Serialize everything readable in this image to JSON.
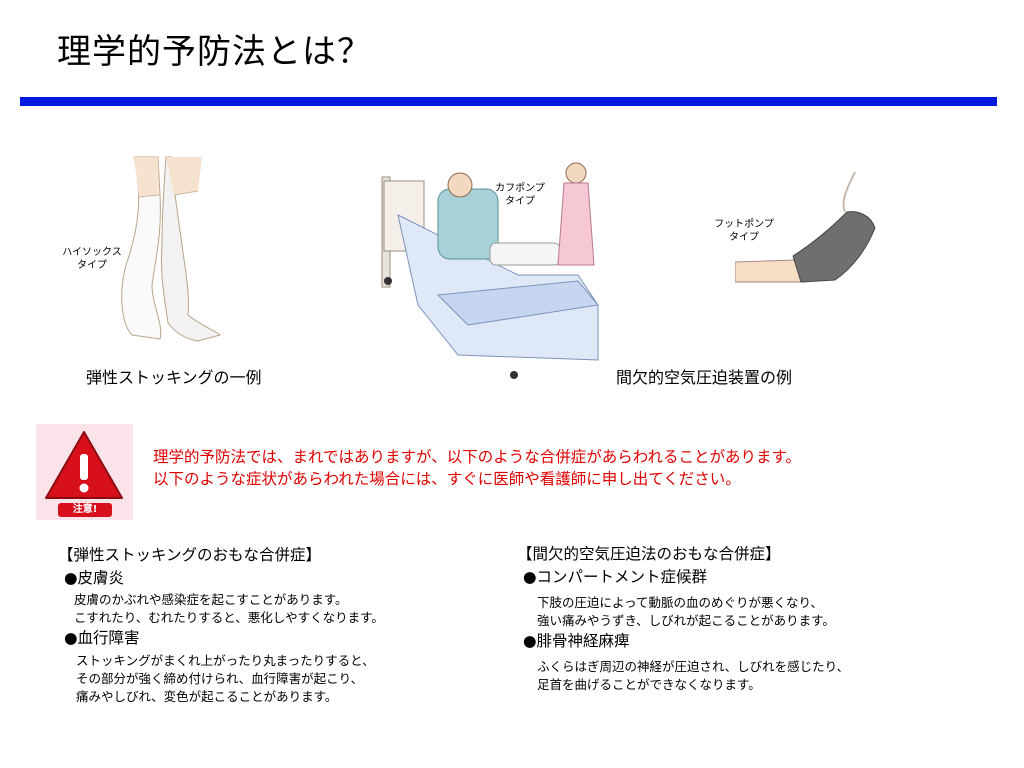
{
  "title": "理学的予防法とは？",
  "colors": {
    "title_rule": "#0018e0",
    "warning_text": "#e00000",
    "warning_bg": "#fbe3ea",
    "warning_triangle": "#d8101c"
  },
  "illustrations": {
    "stocking_label": "ハイソックス\nタイプ",
    "calf_pump_label": "カフポンプ\nタイプ",
    "foot_pump_label": "フットポンプ\nタイプ",
    "stocking_caption": "弾性ストッキングの一例",
    "ipc_caption": "間欠的空気圧迫装置の例"
  },
  "warning": {
    "badge_text": "注意!",
    "icon": "warning-triangle-icon",
    "line1": "理学的予防法では、まれではありますが、以下のような合併症があらわれることがあります。",
    "line2": "以下のような症状があらわれた場合には、すぐに医師や看護師に申し出てください。"
  },
  "left_column": {
    "heading": "【弾性ストッキングのおもな合併症】",
    "items": [
      {
        "title": "●皮膚炎",
        "lines": [
          "皮膚のかぶれや感染症を起こすことがあります。",
          "こすれたり、むれたりすると、悪化しやすくなります。"
        ]
      },
      {
        "title": "●血行障害",
        "lines": [
          "ストッキングがまくれ上がったり丸まったりすると、",
          "その部分が強く締め付けられ、血行障害が起こり、",
          "痛みやしびれ、変色が起こることがあります。"
        ]
      }
    ]
  },
  "right_column": {
    "heading": "【間欠的空気圧迫法のおもな合併症】",
    "items": [
      {
        "title": "●コンパートメント症候群",
        "lines": [
          "下肢の圧迫によって動脈の血のめぐりが悪くなり、",
          "強い痛みやうずき、しびれが起こることがあります。"
        ]
      },
      {
        "title": "●腓骨神経麻痺",
        "lines": [
          "ふくらはぎ周辺の神経が圧迫され、しびれを感じたり、",
          "足首を曲げることができなくなります。"
        ]
      }
    ]
  }
}
